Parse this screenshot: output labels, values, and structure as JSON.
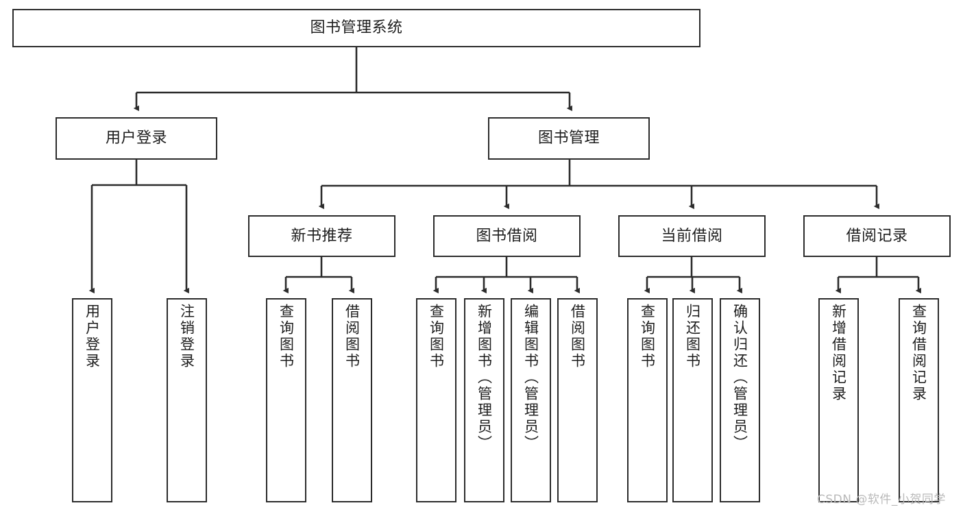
{
  "diagram": {
    "type": "tree",
    "title": "图书管理系统",
    "style": {
      "background": "#ffffff",
      "box_border": "#2b2b2b",
      "box_fill": "#ffffff",
      "text": "#1d1d1d",
      "edge": "#2b2b2b",
      "watermark": "#b9b9b9"
    },
    "nodes": {
      "root": {
        "label": "图书管理系统"
      },
      "level2": [
        {
          "id": "user-login",
          "label": "用户登录"
        },
        {
          "id": "book-management",
          "label": "图书管理"
        }
      ],
      "level3": [
        {
          "id": "new-book-recommend",
          "label": "新书推荐"
        },
        {
          "id": "book-borrow",
          "label": "图书借阅"
        },
        {
          "id": "current-borrow",
          "label": "当前借阅"
        },
        {
          "id": "borrow-record",
          "label": "借阅记录"
        }
      ],
      "leaves": {
        "user_login": [
          {
            "id": "leaf-user-login",
            "label": "用户登录"
          },
          {
            "id": "leaf-logout-login",
            "label": "注销登录"
          }
        ],
        "new_book_recommend": [
          {
            "id": "leaf-query-book-1",
            "label": "查询图书"
          },
          {
            "id": "leaf-borrow-book-1",
            "label": "借阅图书"
          }
        ],
        "book_borrow": [
          {
            "id": "leaf-query-book-2",
            "label": "查询图书"
          },
          {
            "id": "leaf-add-book",
            "label": "新增图书（管理员）"
          },
          {
            "id": "leaf-edit-book",
            "label": "编辑图书（管理员）"
          },
          {
            "id": "leaf-borrow-book-2",
            "label": "借阅图书"
          }
        ],
        "current_borrow": [
          {
            "id": "leaf-query-book-3",
            "label": "查询图书"
          },
          {
            "id": "leaf-return-book",
            "label": "归还图书"
          },
          {
            "id": "leaf-confirm-return",
            "label": "确认归还（管理员）"
          }
        ],
        "borrow_record": [
          {
            "id": "leaf-add-borrow-record",
            "label": "新增借阅记录"
          },
          {
            "id": "leaf-query-borrow-record",
            "label": "查询借阅记录"
          }
        ]
      }
    }
  },
  "watermark": {
    "text": "CSDN @软件_小贺同学"
  }
}
